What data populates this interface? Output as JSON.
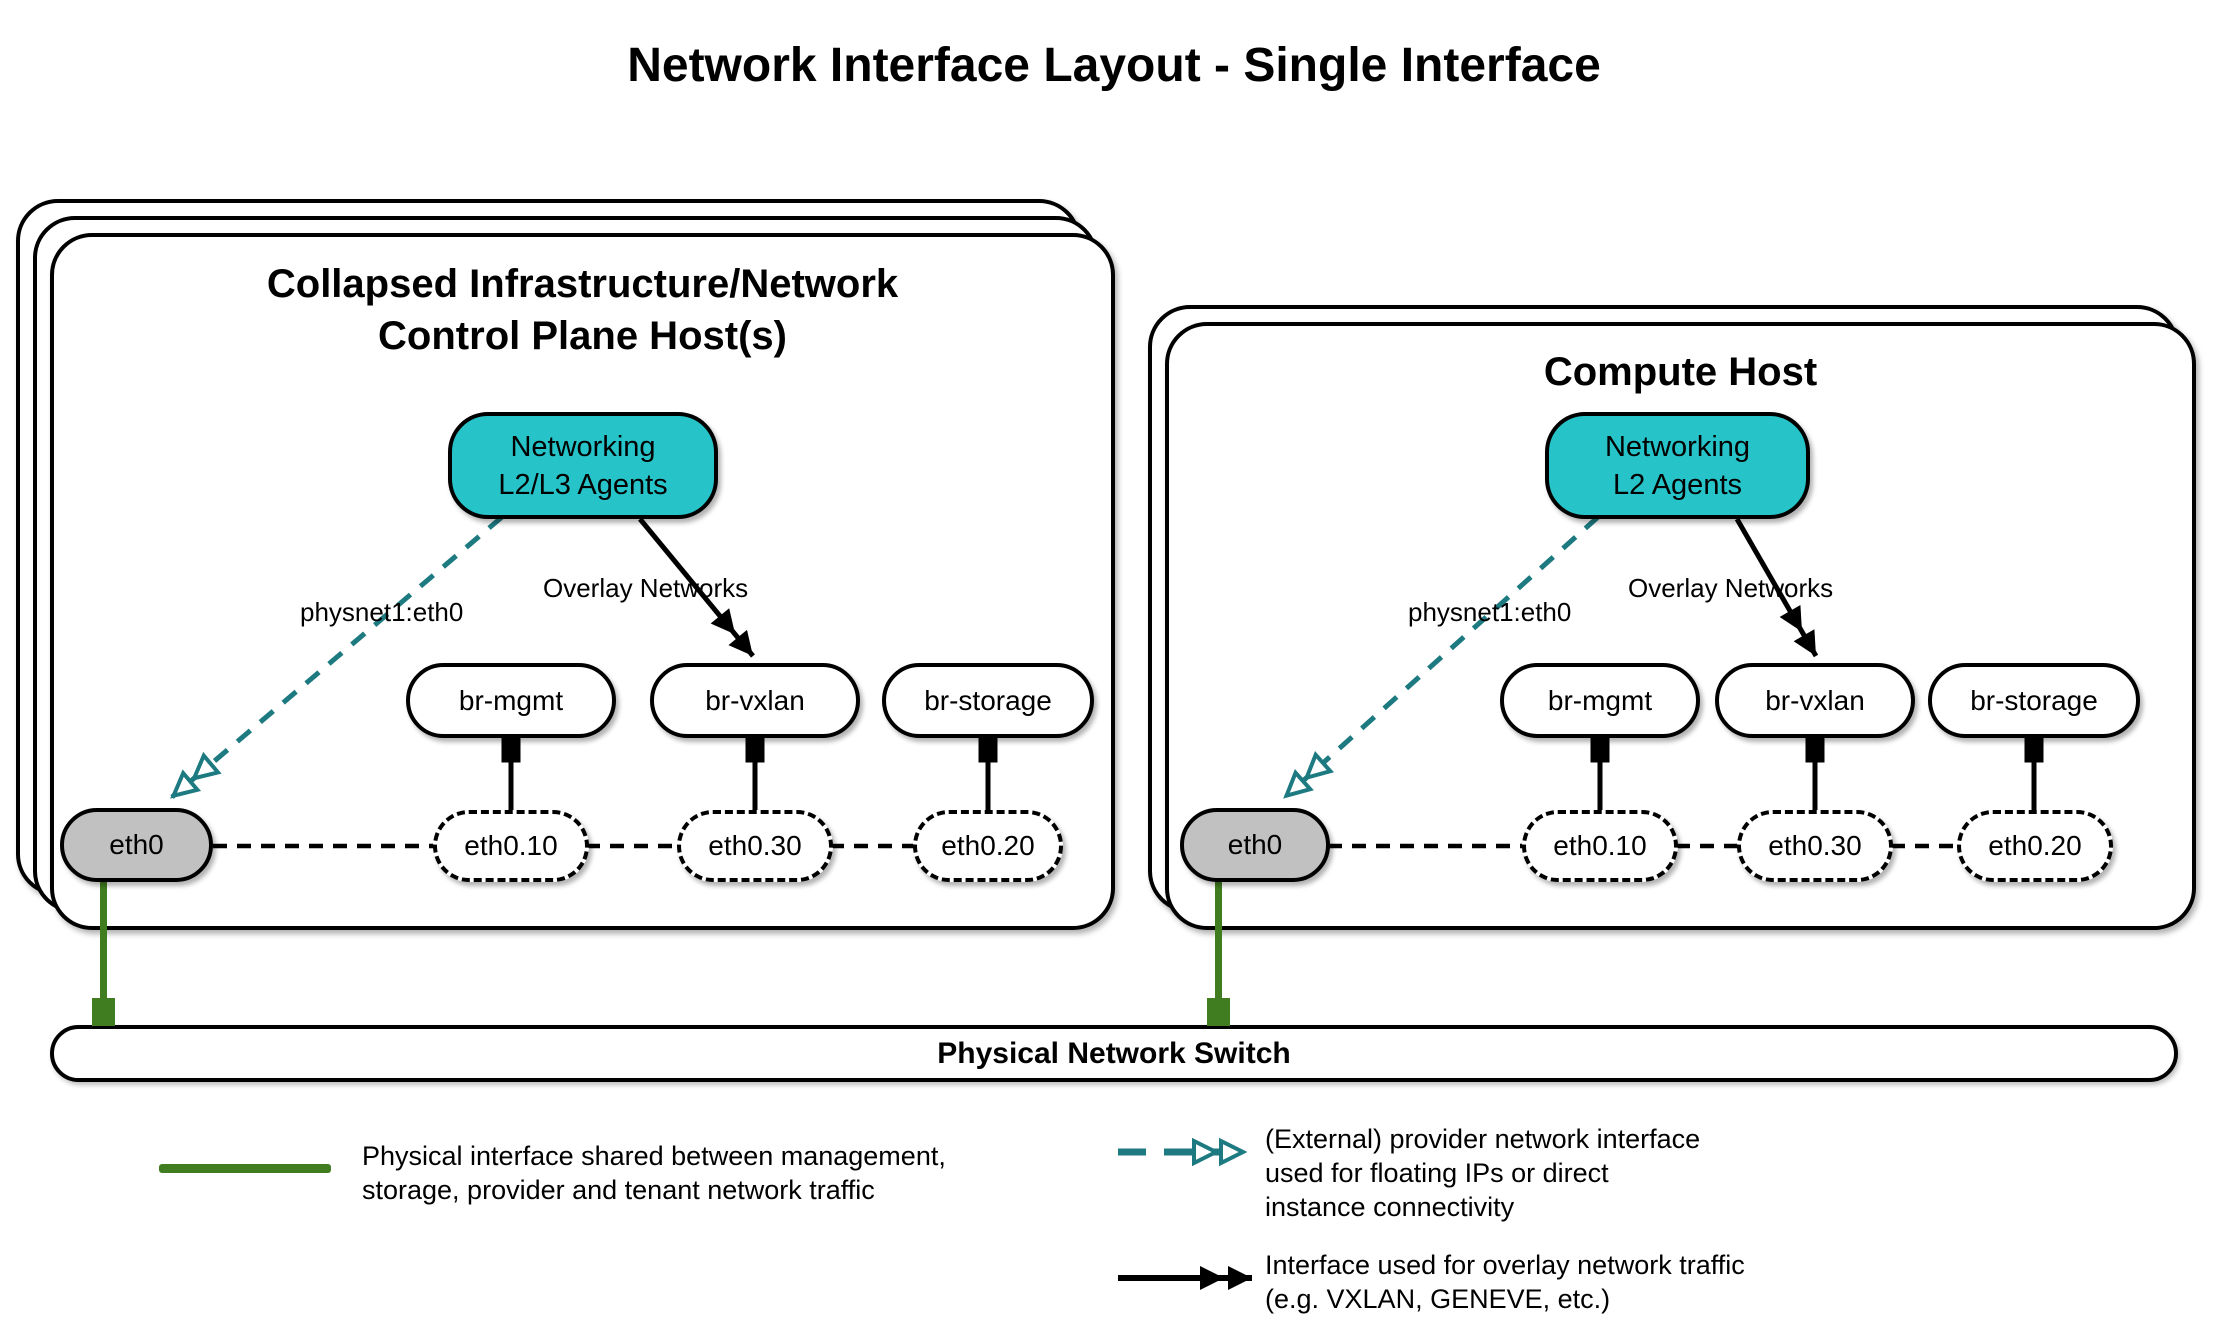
{
  "title": "Network Interface Layout - Single Interface",
  "colors": {
    "teal_fill": "#26c4c9",
    "teal_stroke": "#1d7a80",
    "green": "#407d20",
    "gray_fill": "#c1c1c1",
    "black": "#000000"
  },
  "hosts": {
    "control": {
      "header_line1": "Collapsed Infrastructure/Network",
      "header_line2": "Control Plane Host(s)",
      "agent_line1": "Networking",
      "agent_line2": "L2/L3 Agents",
      "provider_label": "physnet1:eth0",
      "overlay_label": "Overlay Networks",
      "bridges": [
        "br-mgmt",
        "br-vxlan",
        "br-storage"
      ],
      "phys_interface": "eth0",
      "sub_interfaces": [
        "eth0.10",
        "eth0.30",
        "eth0.20"
      ]
    },
    "compute": {
      "header_line1": "Compute Host",
      "agent_line1": "Networking",
      "agent_line2": "L2 Agents",
      "provider_label": "physnet1:eth0",
      "overlay_label": "Overlay Networks",
      "bridges": [
        "br-mgmt",
        "br-vxlan",
        "br-storage"
      ],
      "phys_interface": "eth0",
      "sub_interfaces": [
        "eth0.10",
        "eth0.30",
        "eth0.20"
      ]
    }
  },
  "switch": {
    "label": "Physical Network Switch"
  },
  "legend": {
    "physical": {
      "line1": "Physical interface shared between management,",
      "line2": "storage, provider and tenant network traffic"
    },
    "provider": {
      "line1": "(External) provider network interface",
      "line2": "used for floating IPs or direct",
      "line3": "instance connectivity"
    },
    "overlay": {
      "line1": "Interface used for overlay network traffic",
      "line2": "(e.g. VXLAN, GENEVE, etc.)"
    }
  }
}
